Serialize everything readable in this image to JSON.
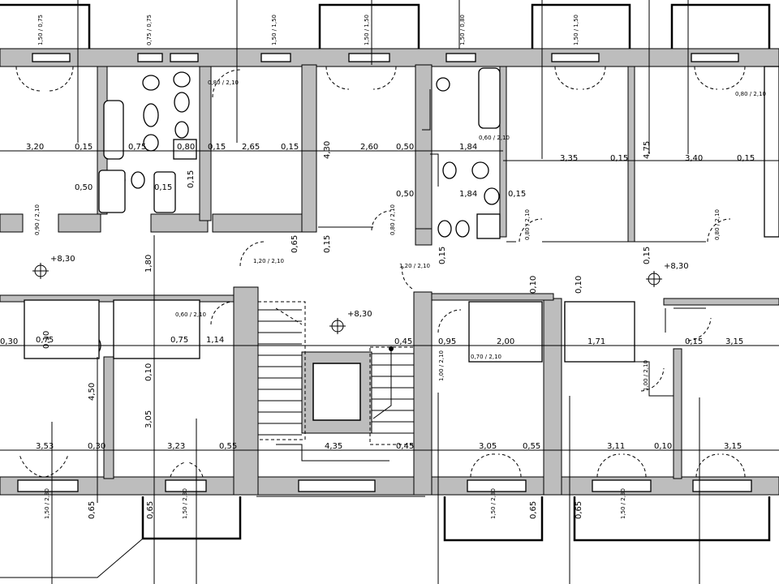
{
  "drawing": {
    "level_marks": [
      "+8,30",
      "+8,30",
      "+8,30"
    ],
    "dimension_labels": [
      "3,20",
      "0,15",
      "0,75",
      "0,80",
      "0,15",
      "2,65",
      "0,15",
      "4,30",
      "2,60",
      "0,50",
      "1,84",
      "3,35",
      "0,15",
      "3,40",
      "0,15",
      "1,84",
      "0,50",
      "0,15",
      "0,50",
      "0,15",
      "0,10",
      "0,15",
      "1,80",
      "3,05",
      "0,10",
      "0,10",
      "0,10",
      "0,45",
      "0,95",
      "2,00",
      "1,71",
      "0,15",
      "3,15",
      "0,30",
      "0,75",
      "0,75",
      "1,14",
      "4,50",
      "3,53",
      "0,30",
      "3,23",
      "0,55",
      "4,35",
      "0,45",
      "3,05",
      "0,55",
      "3,11",
      "0,10",
      "3,15",
      "0,65",
      "0,15",
      "0,15",
      "0,65",
      "0,65",
      "0,65",
      "0,15",
      "0,65",
      "4,75"
    ],
    "opening_labels": [
      "1,50 / 0,75",
      "0,75 / 0,75",
      "1,50 / 1,50",
      "1,50 / 1,50",
      "1,50 / 0,80",
      "1,50 / 1,50",
      "0,80 / 2,10",
      "0,60 / 2,10",
      "0,80 / 2,10",
      "0,90 / 2,10",
      "0,80 / 2,10",
      "0,80 / 2,10",
      "1,20 / 2,10",
      "1,20 / 2,10",
      "0,80 / 2,10",
      "0,70 / 2,10",
      "0,60 / 2,10",
      "1,00 / 2,10",
      "1,00 / 2,10",
      "1,50 / 2,30",
      "1,50 / 2,30",
      "1,50 / 2,30",
      "1,50 / 2,30"
    ]
  }
}
